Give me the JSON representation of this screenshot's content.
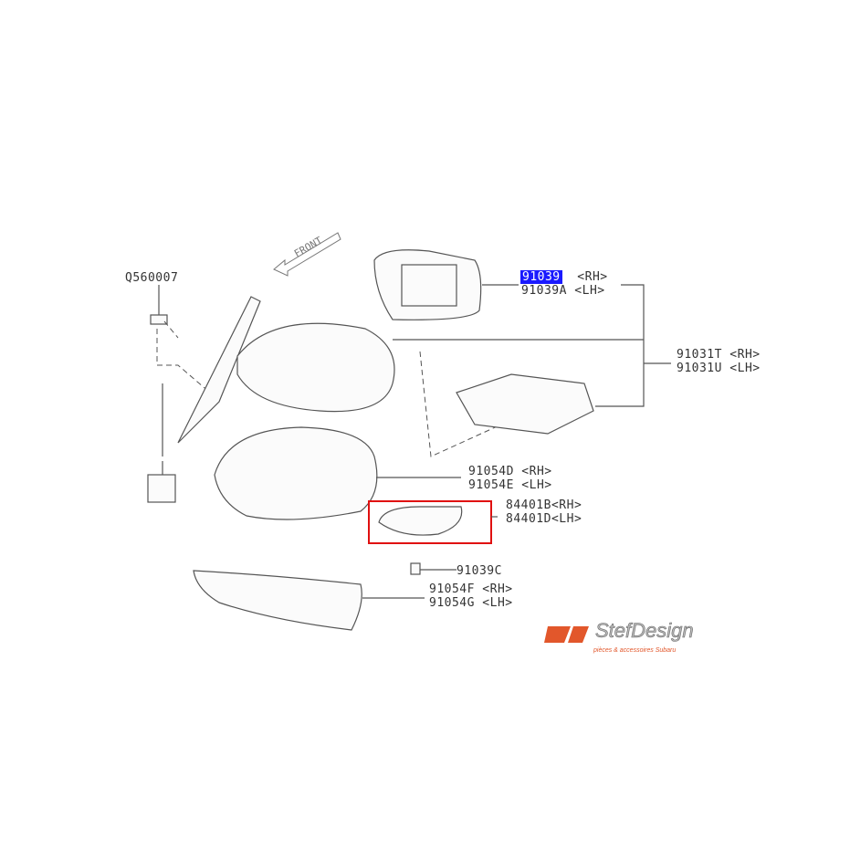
{
  "diagram": {
    "front_arrow": "FRONT",
    "parts": [
      {
        "number": "Q560007",
        "side": ""
      },
      {
        "number": "91039",
        "side": "<RH>",
        "highlighted": true
      },
      {
        "number": "91039A",
        "side": "<LH>"
      },
      {
        "number": "91031T",
        "side": "<RH>"
      },
      {
        "number": "91031U",
        "side": "<LH>"
      },
      {
        "number": "91054D",
        "side": "<RH>"
      },
      {
        "number": "91054E",
        "side": "<LH>"
      },
      {
        "number": "84401B",
        "side": "<RH>"
      },
      {
        "number": "84401D",
        "side": "<LH>"
      },
      {
        "number": "91039C",
        "side": ""
      },
      {
        "number": "91054F",
        "side": "<RH>"
      },
      {
        "number": "91054G",
        "side": "<LH>"
      }
    ],
    "highlight_color": "#1a1aff",
    "selection_box_color": "#e01010"
  },
  "logo": {
    "name": "StefDesign",
    "tagline": "pièces & accessoires Subaru",
    "color": "#e2572b"
  }
}
